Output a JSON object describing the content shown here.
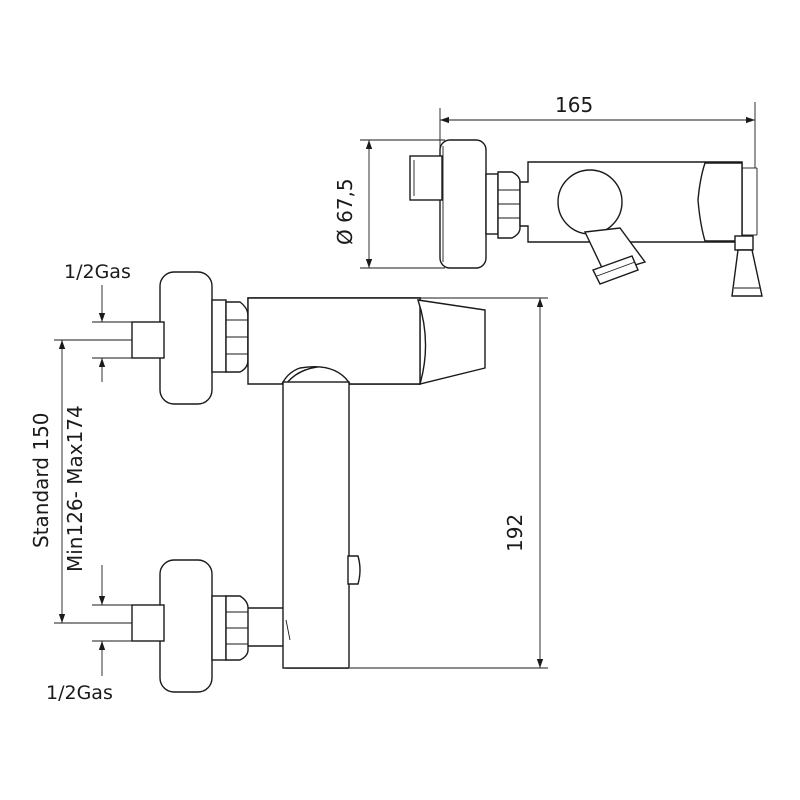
{
  "dimensions": {
    "overall_length": "165",
    "flange_diameter": "Ø 67,5",
    "height": "192",
    "spacing_standard": "Standard 150",
    "spacing_range": "Min126- Max174"
  },
  "connections": {
    "upper_thread": "1/2Gas",
    "lower_thread": "1/2Gas"
  },
  "colors": {
    "line": "#1a1a1a",
    "background": "#ffffff"
  }
}
